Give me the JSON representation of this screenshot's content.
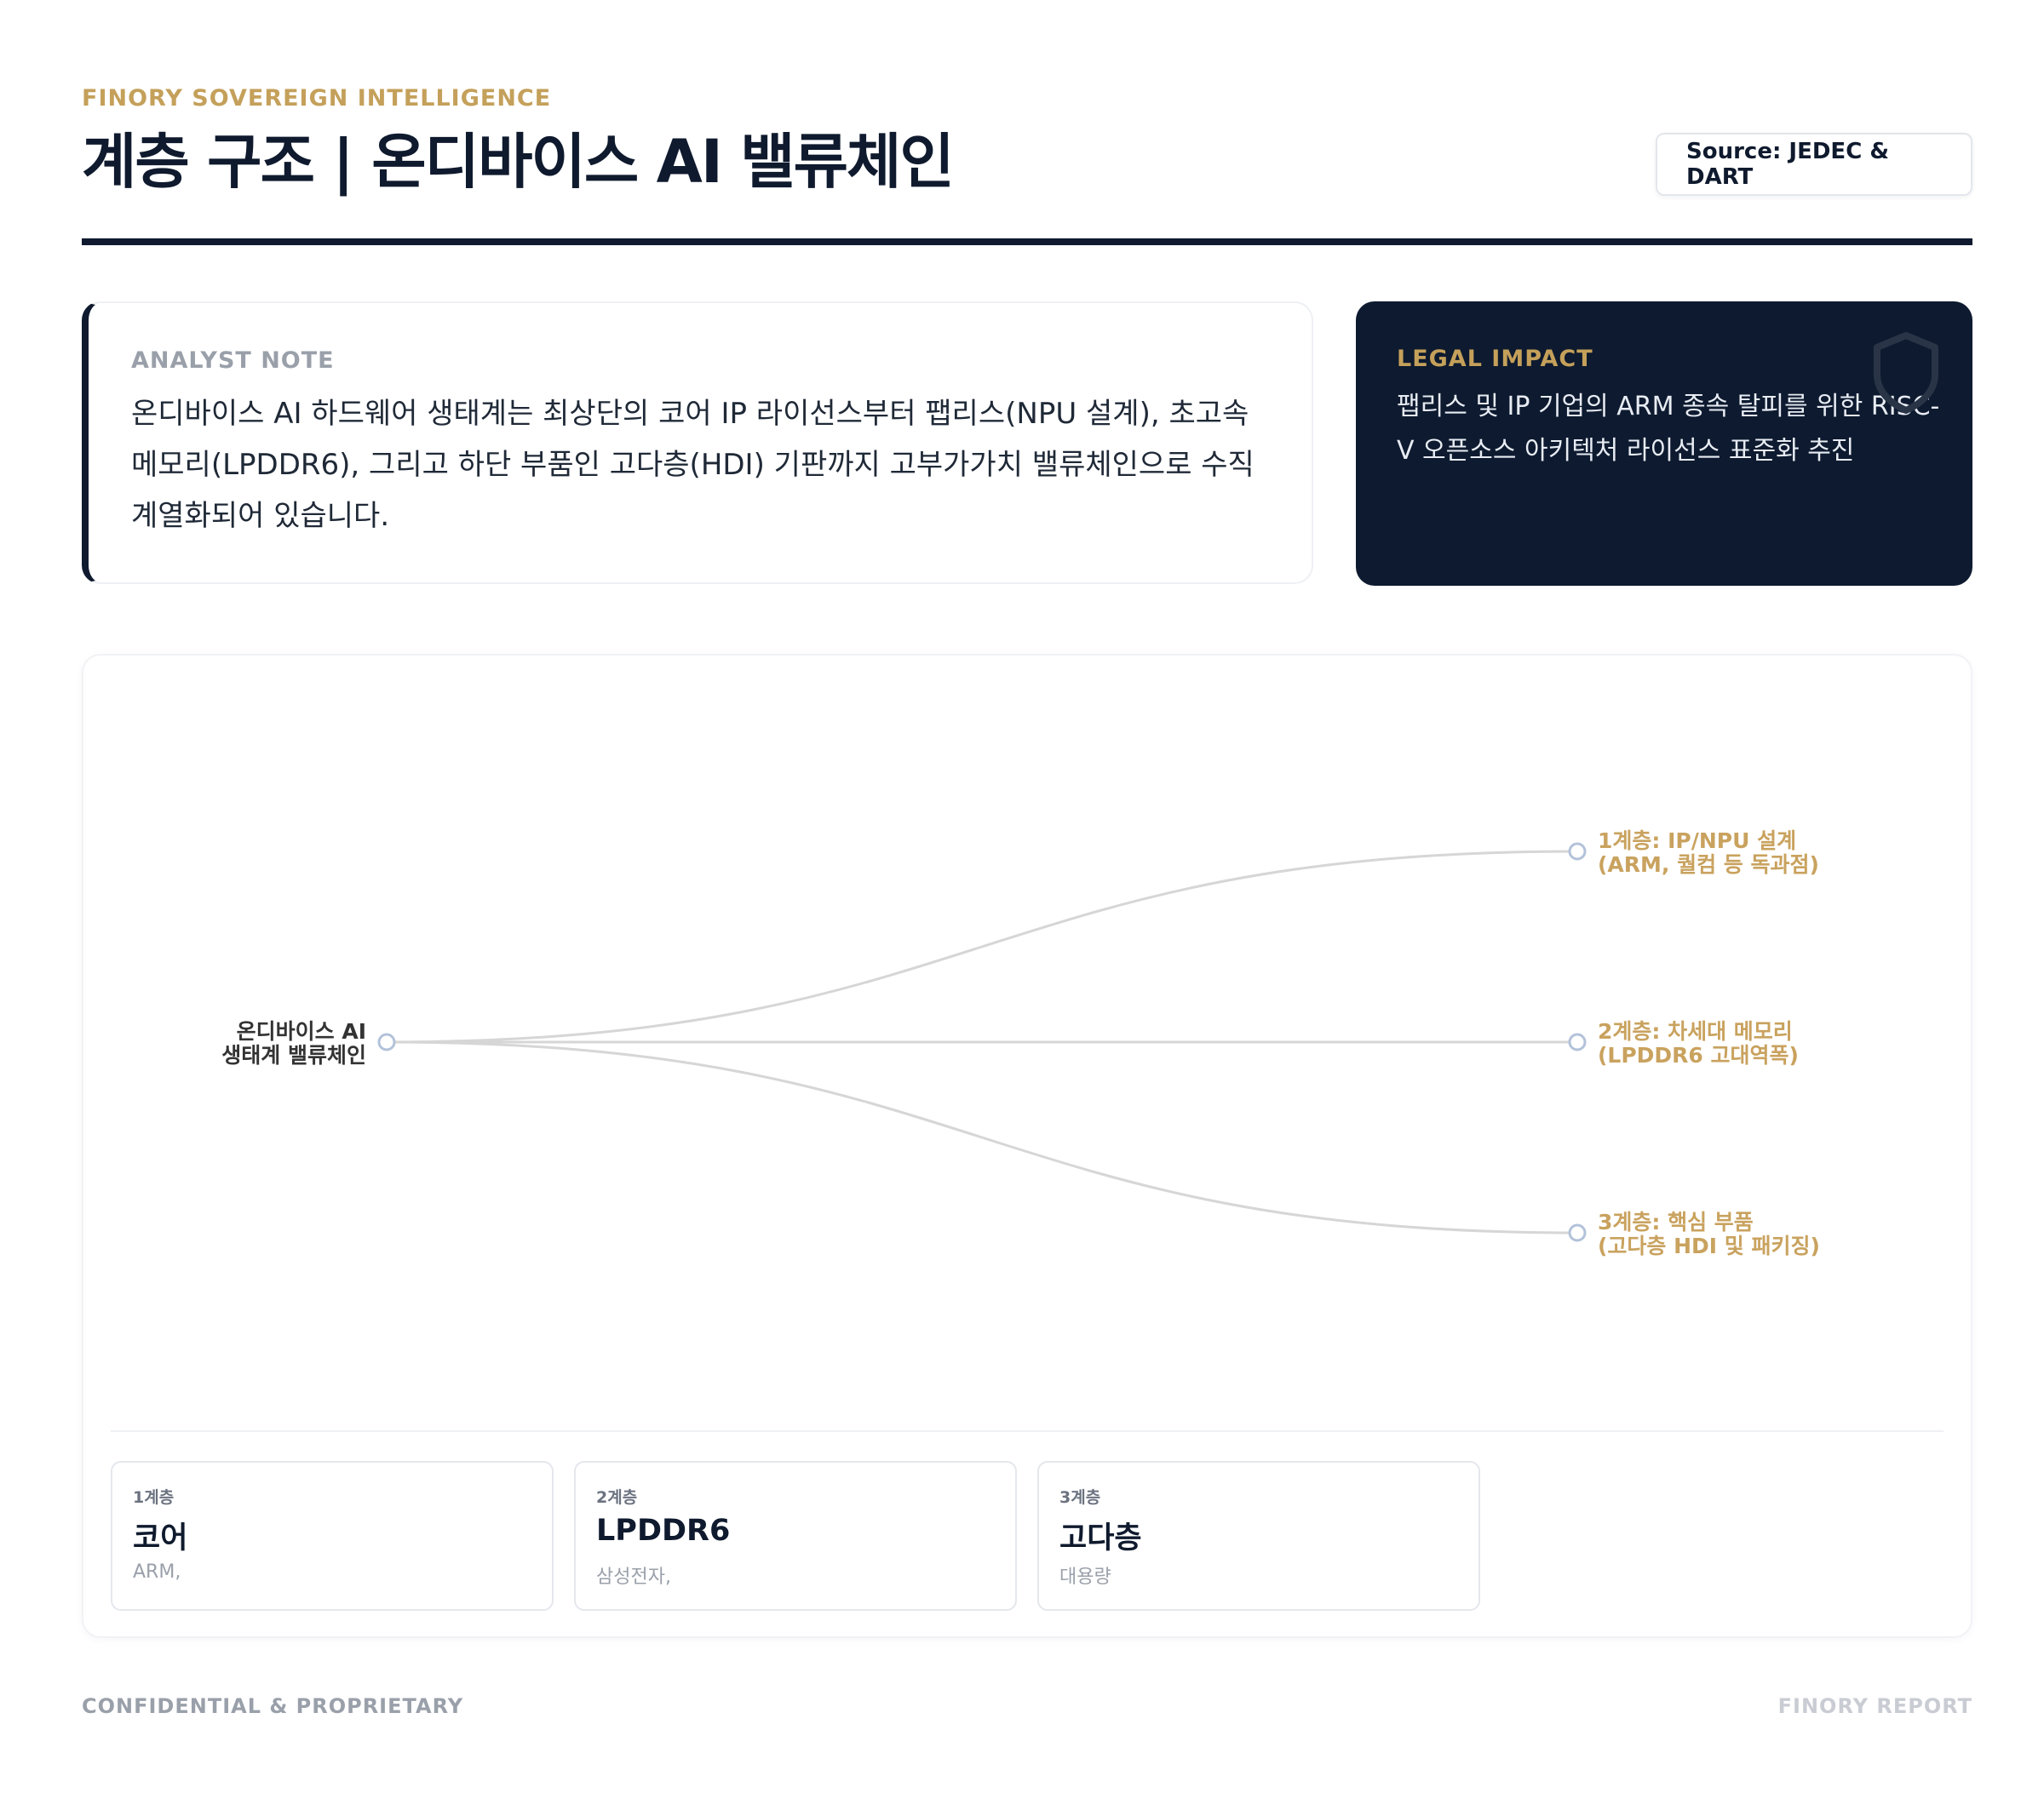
{
  "header": {
    "eyebrow": "FINORY SOVEREIGN INTELLIGENCE",
    "title": "계층 구조 | 온디바이스 AI 밸류체인",
    "source": "Source: JEDEC & DART"
  },
  "analyst_note": {
    "label": "ANALYST NOTE",
    "text": "온디바이스 AI 하드웨어 생태계는 최상단의 코어 IP 라이선스부터 팹리스(NPU 설계), 초고속 메모리(LPDDR6), 그리고 하단 부품인 고다층(HDI) 기판까지 고부가가치 밸류체인으로 수직 계열화되어 있습니다."
  },
  "legal_impact": {
    "label": "LEGAL IMPACT",
    "text": "팹리스 및 IP 기업의 ARM 종속 탈피를 위한 RISC-V 오픈소스 아키텍처 라이선스 표준화 추진",
    "icon": "shield-icon"
  },
  "diagram": {
    "root": {
      "line1": "온디바이스 AI",
      "line2": "생태계 밸류체인"
    },
    "children": [
      {
        "line1": "1계층: IP/NPU 설계",
        "line2": "(ARM, 퀄컴 등 독과점)"
      },
      {
        "line1": "2계층: 차세대 메모리",
        "line2": "(LPDDR6 고대역폭)"
      },
      {
        "line1": "3계층: 핵심 부품",
        "line2": "(고다층 HDI 및 패키징)"
      }
    ],
    "colors": {
      "link": "#d6d6d6",
      "node": "#b3c2da",
      "child_label": "#c9a25e",
      "root_label": "#333333"
    }
  },
  "tiers": [
    {
      "tag": "1계층",
      "name": "코어",
      "sub": "ARM,"
    },
    {
      "tag": "2계층",
      "name": "LPDDR6",
      "sub": "삼성전자,"
    },
    {
      "tag": "3계층",
      "name": "고다층",
      "sub": "대용량"
    }
  ],
  "footer": {
    "left": "CONFIDENTIAL & PROPRIETARY",
    "right": "FINORY REPORT"
  }
}
